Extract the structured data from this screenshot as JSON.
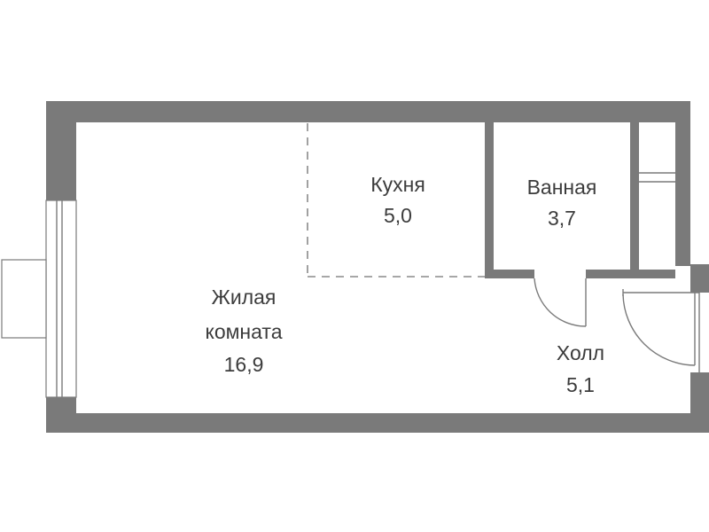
{
  "rooms": {
    "kitchen": {
      "name": "Кухня",
      "area": "5,0"
    },
    "bathroom": {
      "name": "Ванная",
      "area": "3,7"
    },
    "living": {
      "name_line1": "Жилая",
      "name_line2": "комната",
      "area": "16,9"
    },
    "hall": {
      "name": "Холл",
      "area": "5,1"
    }
  },
  "colors": {
    "wall": "#7a7a7a",
    "text": "#3c3c3c",
    "background": "#ffffff"
  }
}
